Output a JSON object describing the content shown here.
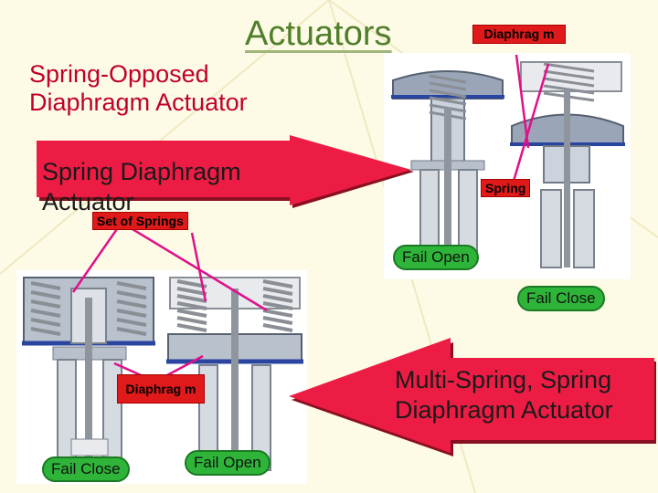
{
  "slide": {
    "title": "Actuators",
    "subtitle": "Spring-Opposed Diaphragm Actuator"
  },
  "arrow_left": {
    "text": "Spring Diaphragm Actuator"
  },
  "arrow_right": {
    "text": "Multi-Spring, Spring Diaphragm Actuator"
  },
  "labels": {
    "set_of_springs": "Set of Springs",
    "diaphragm_top": "Diaphrag m",
    "spring_right": "Spring",
    "diaphragm_bottom": "Diaphrag m"
  },
  "fail_labels": {
    "right_open": "Fail Open",
    "right_close": "Fail Close",
    "left_close": "Fail Close",
    "left_open": "Fail Open"
  },
  "colors": {
    "title": "#4f7f2a",
    "subtitle": "#c0002b",
    "arrow_fill": "#ec1c44",
    "label_box": "#e01a1a",
    "fail_pill": "#2fb43a",
    "pointer_line": "#e0108a"
  }
}
